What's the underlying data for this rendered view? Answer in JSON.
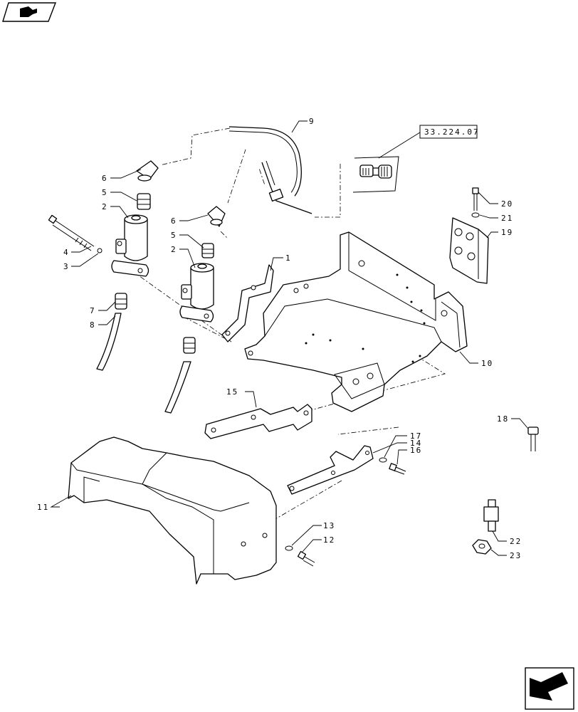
{
  "labels": {
    "1": "1",
    "2a": "2",
    "2b": "2",
    "3": "3",
    "4": "4",
    "5a": "5",
    "5b": "5",
    "6a": "6",
    "6b": "6",
    "7": "7",
    "8": "8",
    "9": "9",
    "10": "10",
    "11": "11",
    "12": "12",
    "13": "13",
    "14": "14",
    "15": "15",
    "16": "16",
    "17": "17",
    "18": "18",
    "19": "19",
    "20": "20",
    "21": "21",
    "22": "22",
    "23": "23"
  },
  "reference_box": "33.224.07",
  "icons": {
    "top_left": "book-arrow-icon",
    "bottom_right": "next-page-arrow-icon"
  }
}
